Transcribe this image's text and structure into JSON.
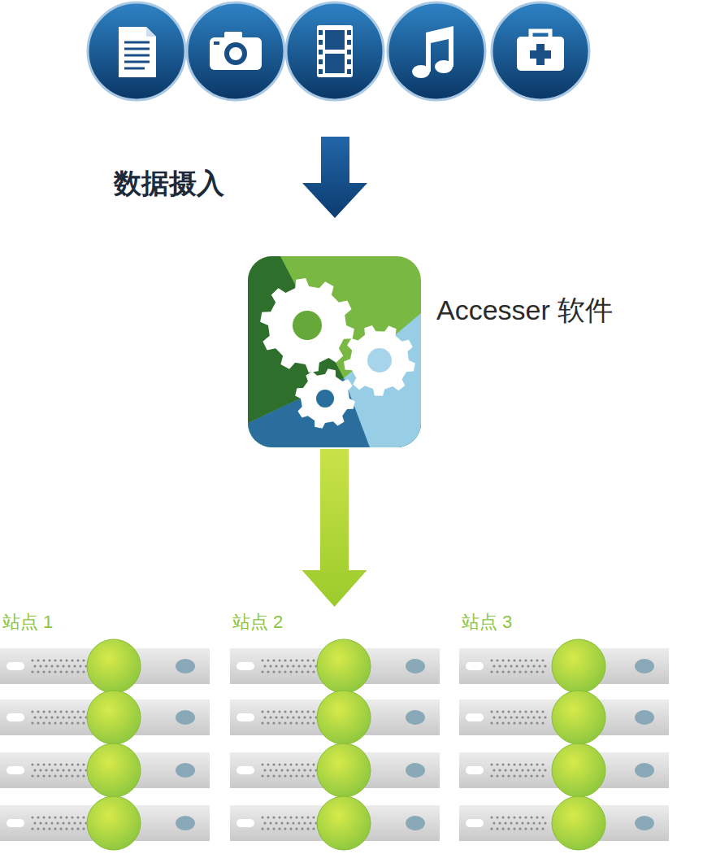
{
  "diagram": {
    "nodes": [
      {
        "text": [
          "Accesser 软件"
        ]
      },
      {
        "text": [
          "站点 1"
        ]
      },
      {
        "text": [
          "站点 2"
        ]
      },
      {
        "text": [
          "站点 3"
        ]
      }
    ],
    "edges": [
      {
        "from": 0,
        "to": 2,
        "arrow": "to"
      }
    ],
    "labels": [
      "数据摄入"
    ]
  }
}
